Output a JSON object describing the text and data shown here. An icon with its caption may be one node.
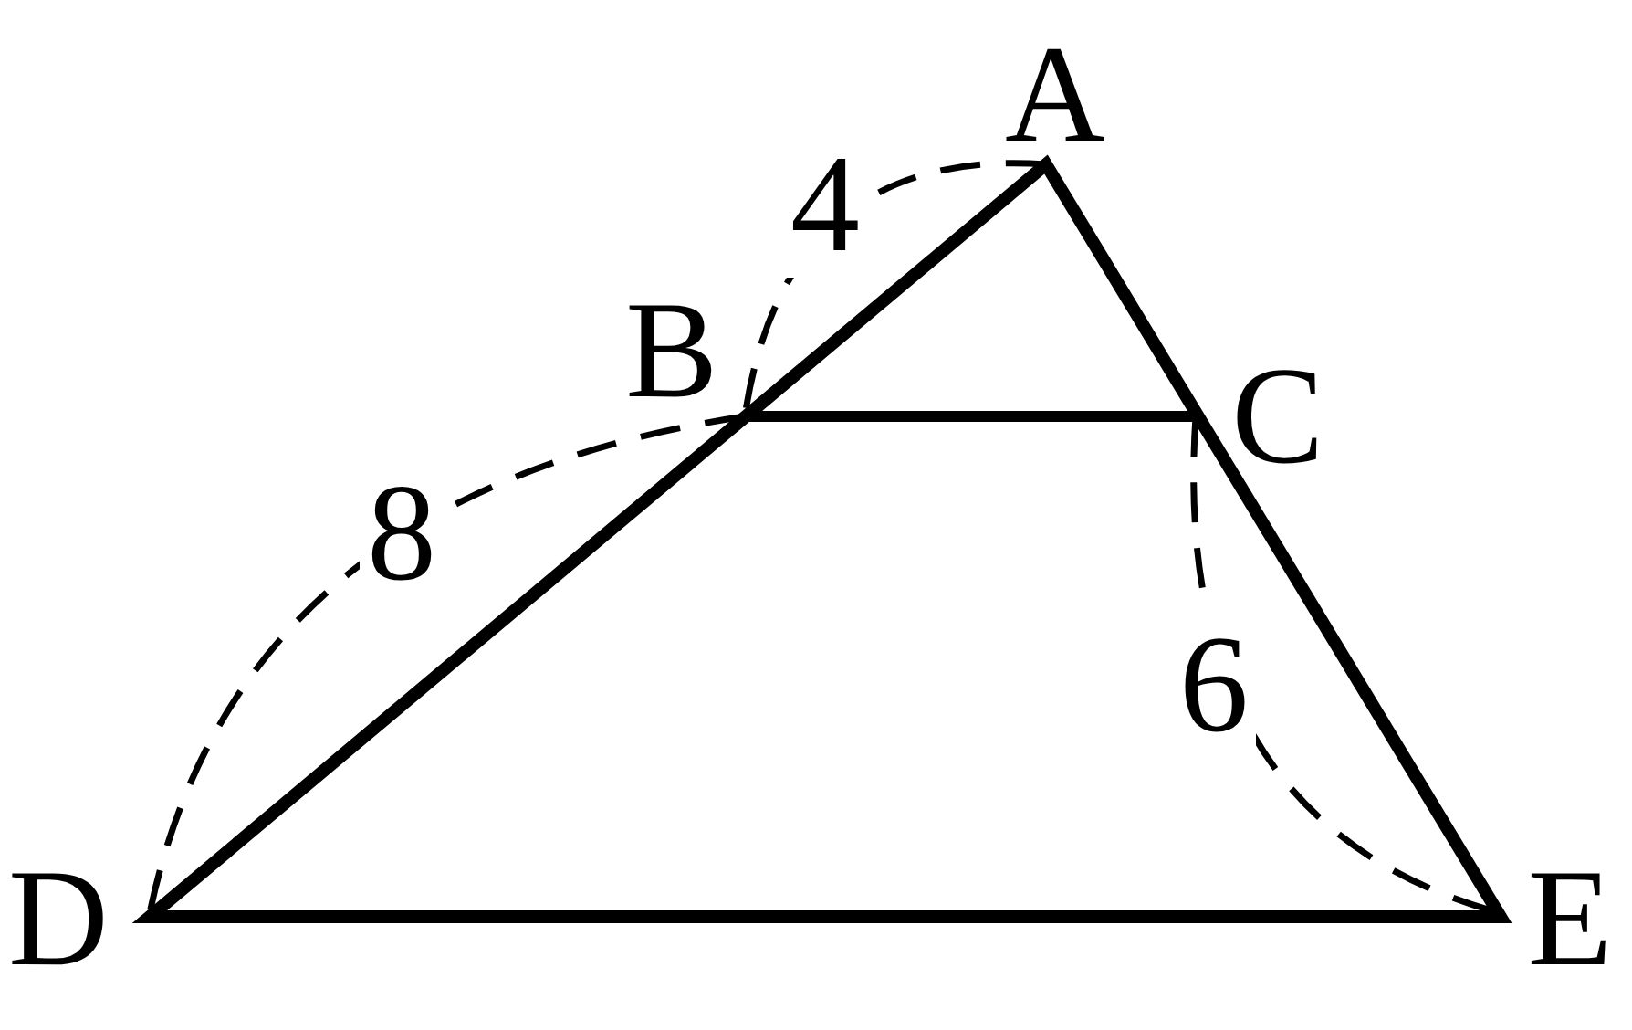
{
  "diagram": {
    "labels": [
      "A",
      "4",
      "B",
      "C",
      "8",
      "6",
      "D",
      "E"
    ]
  }
}
